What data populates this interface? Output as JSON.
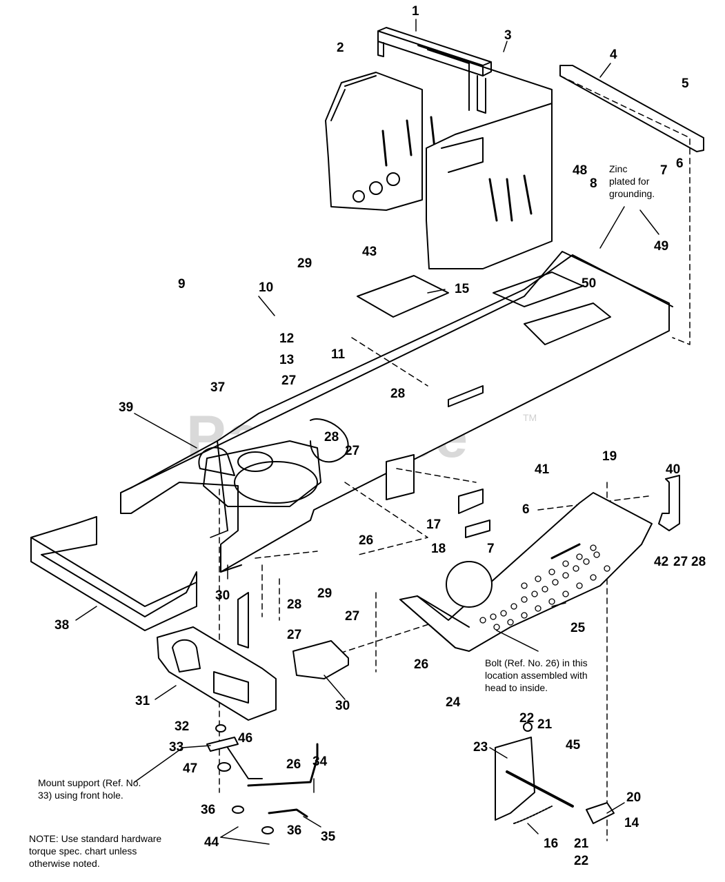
{
  "watermark": {
    "text": "PartsTree",
    "tm": "TM"
  },
  "notes": {
    "zinc": [
      "Zinc",
      "plated for",
      "grounding."
    ],
    "bolt": [
      "Bolt (Ref. No. 26) in this",
      "location assembled with",
      "head to inside."
    ],
    "mount": [
      "Mount support (Ref. No.",
      "33) using front hole."
    ],
    "hardware": [
      "NOTE: Use standard hardware",
      "torque spec. chart unless",
      "otherwise noted."
    ]
  },
  "callouts": [
    "1",
    "2",
    "3",
    "4",
    "5",
    "6",
    "7",
    "48",
    "8",
    "43",
    "29",
    "9",
    "10",
    "15",
    "50",
    "49",
    "12",
    "11",
    "13",
    "27",
    "28",
    "37",
    "39",
    "28",
    "27",
    "19",
    "41",
    "40",
    "17",
    "6",
    "18",
    "7",
    "42",
    "27",
    "28",
    "26",
    "29",
    "30",
    "28",
    "27",
    "38",
    "27",
    "25",
    "26",
    "31",
    "30",
    "24",
    "32",
    "46",
    "33",
    "26",
    "34",
    "47",
    "22",
    "21",
    "23",
    "45",
    "20",
    "36",
    "36",
    "35",
    "14",
    "44",
    "16",
    "21",
    "22"
  ]
}
